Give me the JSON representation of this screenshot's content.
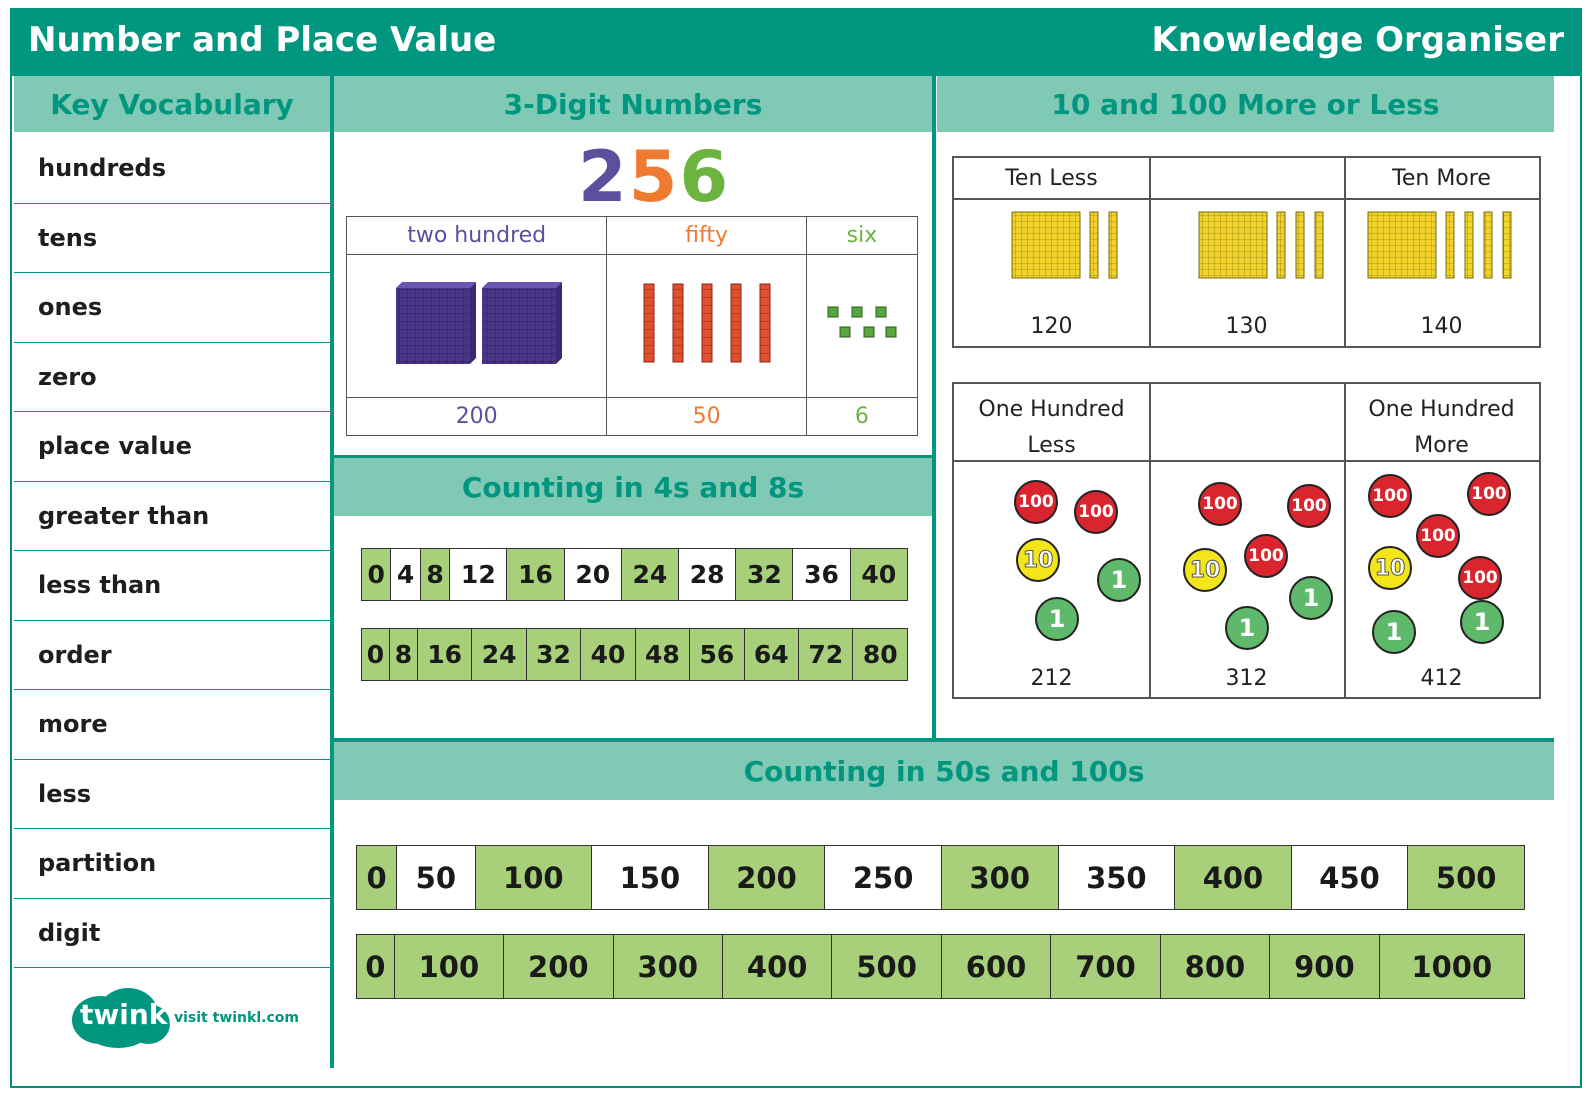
{
  "header": {
    "title_left": "Number and Place Value",
    "title_right": "Knowledge Organiser"
  },
  "vocabulary": {
    "heading": "Key Vocabulary",
    "items": [
      "hundreds",
      "tens",
      "ones",
      "zero",
      "place value",
      "greater than",
      "less than",
      "order",
      "more",
      "less",
      "partition",
      "digit"
    ]
  },
  "logo": {
    "brand": "twinkl",
    "link": "visit twinkl.com"
  },
  "three_digit": {
    "heading": "3-Digit Numbers",
    "digits": [
      {
        "digit": "2",
        "word": "two hundred",
        "value": "200",
        "color": "#5b4f9e"
      },
      {
        "digit": "5",
        "word": "fifty",
        "value": "50",
        "color": "#ee7b30"
      },
      {
        "digit": "6",
        "word": "six",
        "value": "6",
        "color": "#6db33f"
      }
    ]
  },
  "counting_4_8": {
    "heading": "Counting in 4s and 8s",
    "fours": [
      "0",
      "4",
      "8",
      "12",
      "16",
      "20",
      "24",
      "28",
      "32",
      "36",
      "40"
    ],
    "eights": [
      "0",
      "8",
      "16",
      "24",
      "32",
      "40",
      "48",
      "56",
      "64",
      "72",
      "80"
    ]
  },
  "more_less": {
    "heading": "10 and 100 More or Less",
    "ten": {
      "left_label": "Ten Less",
      "right_label": "Ten More",
      "values": [
        "120",
        "130",
        "140"
      ]
    },
    "hundred": {
      "left_label_1": "One Hundred",
      "left_label_2": "Less",
      "right_label_1": "One Hundred",
      "right_label_2": "More",
      "values": [
        "212",
        "312",
        "412"
      ]
    },
    "coin_labels": {
      "hundred": "100",
      "ten": "10",
      "one": "1"
    }
  },
  "counting_50_100": {
    "heading": "Counting in 50s and 100s",
    "fifties": [
      "0",
      "50",
      "100",
      "150",
      "200",
      "250",
      "300",
      "350",
      "400",
      "450",
      "500"
    ],
    "hundreds": [
      "0",
      "100",
      "200",
      "300",
      "400",
      "500",
      "600",
      "700",
      "800",
      "900",
      "1000"
    ]
  },
  "colors": {
    "teal": "#00967f",
    "light_teal": "#80c9b4",
    "green_cell": "#a8cf79"
  }
}
